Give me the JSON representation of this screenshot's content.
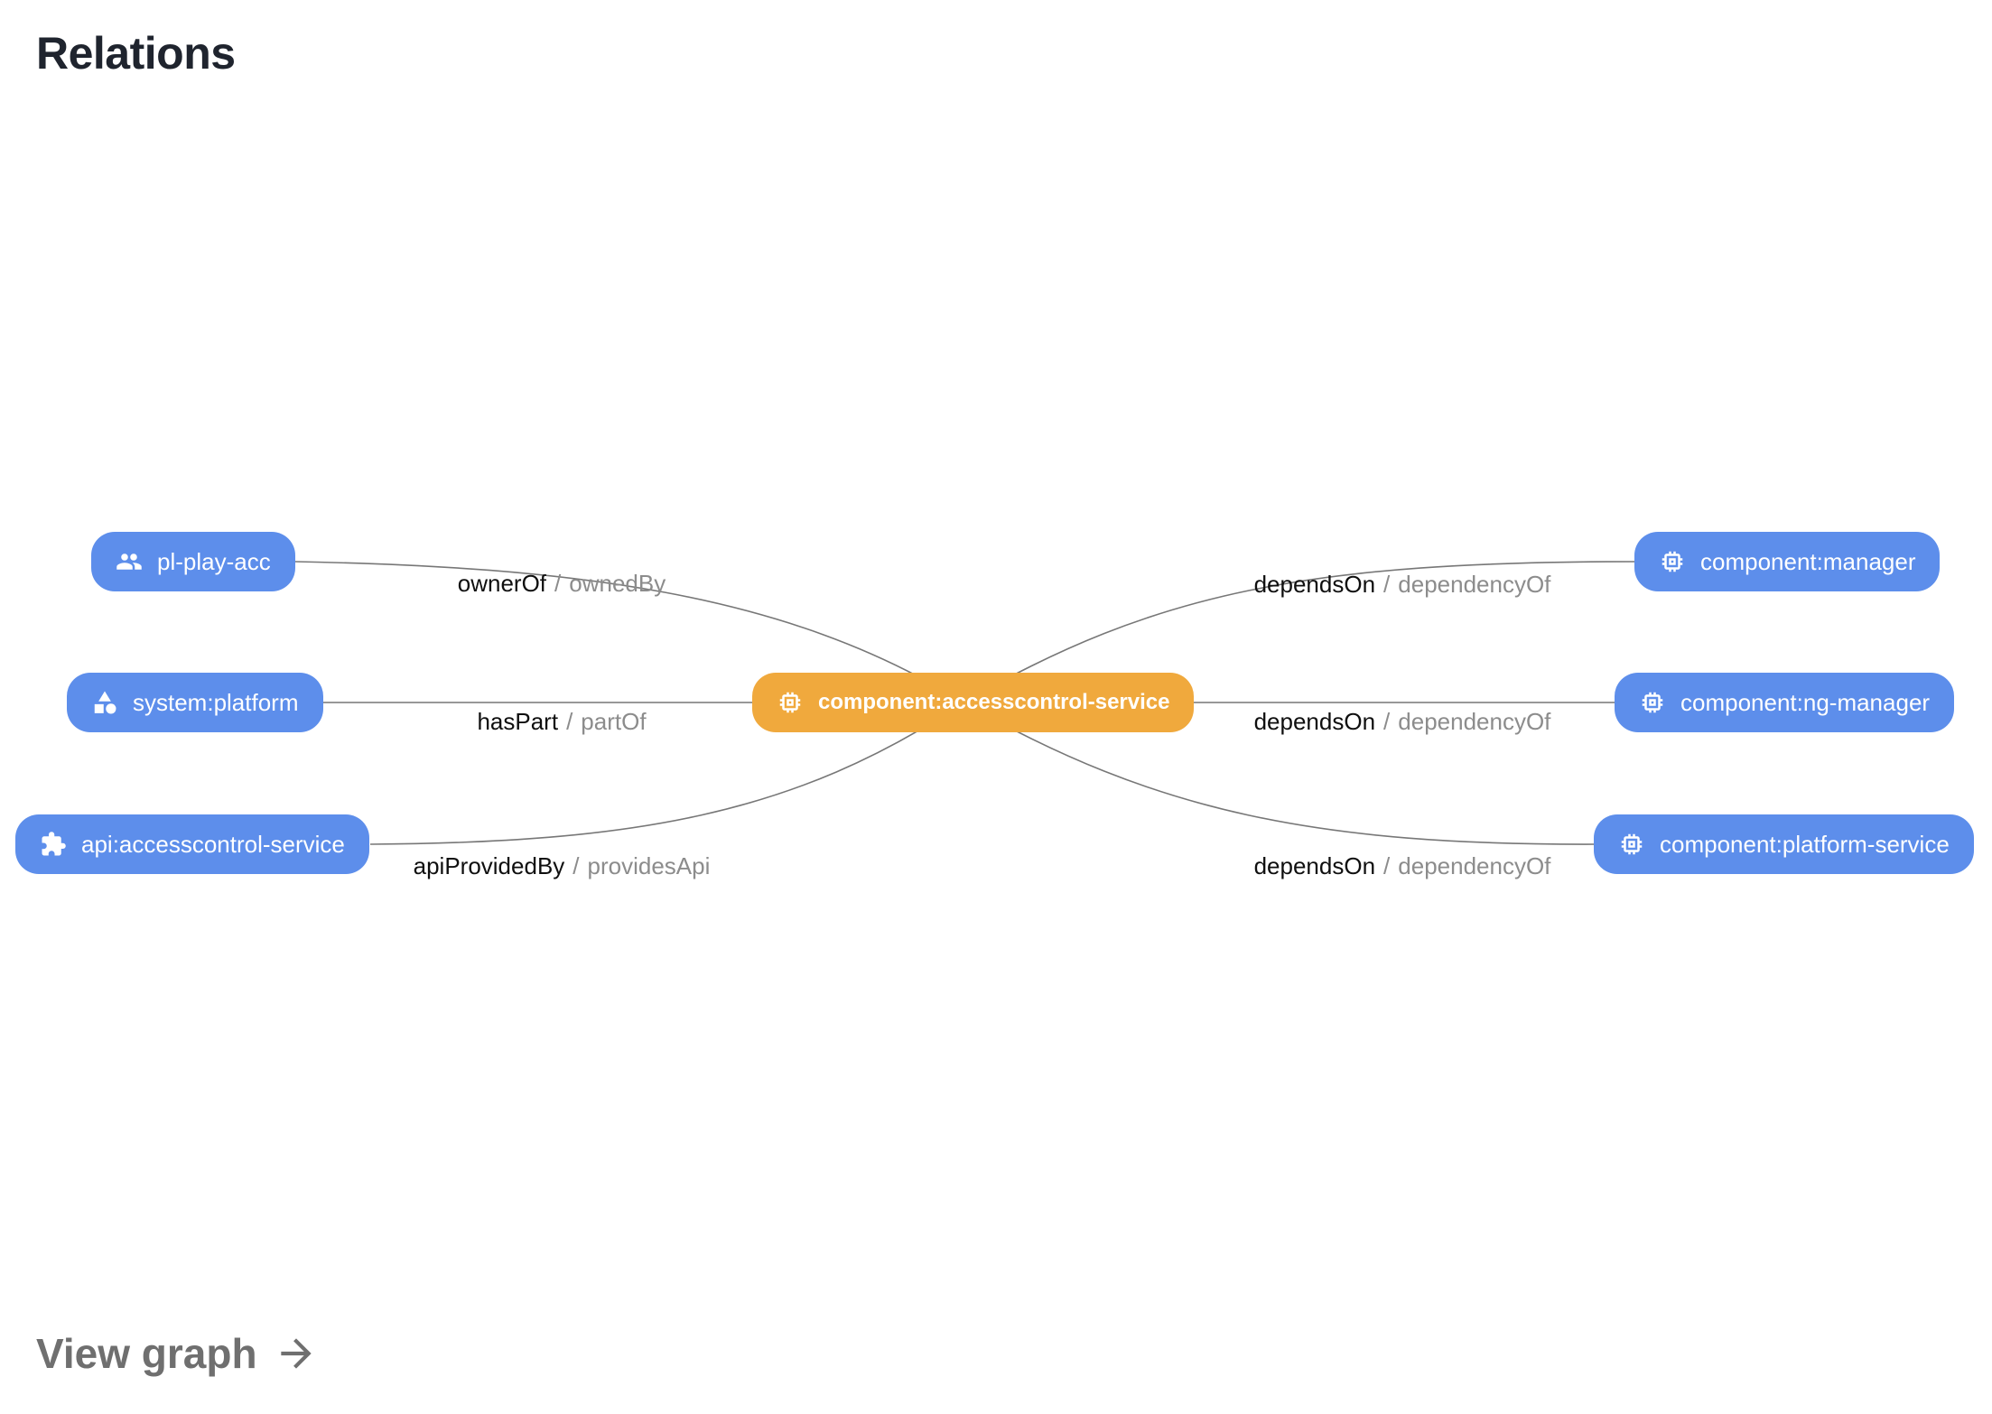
{
  "ui": {
    "title": "Relations",
    "view_graph": {
      "label": "View graph",
      "icon": "arrow-right-icon"
    },
    "separator": "/"
  },
  "colors": {
    "node_blue": "#5d8eeb",
    "node_orange": "#f0a93d",
    "edge": "#777777",
    "title_text": "#1f242e",
    "label_primary": "#0f0f0f",
    "label_secondary": "#8c8c8c",
    "muted_text": "#6f6f6f"
  },
  "graph": {
    "nodes": {
      "center": {
        "label": "component:accesscontrol-service",
        "icon": "memory-chip-icon"
      },
      "left": [
        {
          "label": "pl-play-acc",
          "icon": "group-icon"
        },
        {
          "label": "system:platform",
          "icon": "category-icon"
        },
        {
          "label": "api:accesscontrol-service",
          "icon": "extension-puzzle-icon"
        }
      ],
      "right": [
        {
          "label": "component:manager",
          "icon": "memory-chip-icon"
        },
        {
          "label": "component:ng-manager",
          "icon": "memory-chip-icon"
        },
        {
          "label": "component:platform-service",
          "icon": "memory-chip-icon"
        }
      ]
    },
    "edges": {
      "left": [
        {
          "primary": "ownerOf",
          "secondary": "ownedBy"
        },
        {
          "primary": "hasPart",
          "secondary": "partOf"
        },
        {
          "primary": "apiProvidedBy",
          "secondary": "providesApi"
        }
      ],
      "right": [
        {
          "primary": "dependsOn",
          "secondary": "dependencyOf"
        },
        {
          "primary": "dependsOn",
          "secondary": "dependencyOf"
        },
        {
          "primary": "dependsOn",
          "secondary": "dependencyOf"
        }
      ]
    }
  }
}
